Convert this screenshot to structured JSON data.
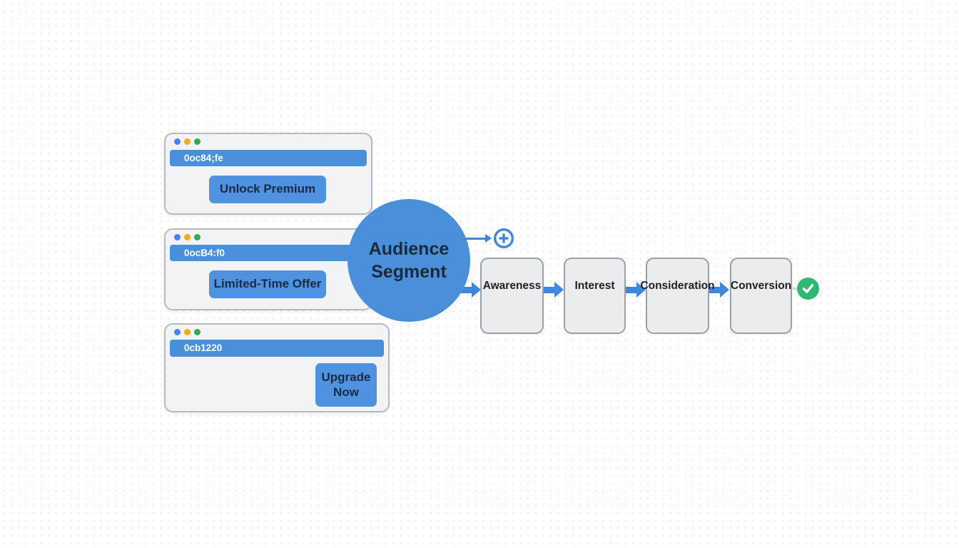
{
  "diagram_title": "ad-to-funnel flow",
  "colors": {
    "primary_blue": "#4a8fd9",
    "button_blue": "#4e92e0",
    "arrow_blue": "#3d87e0",
    "window_bg": "#f2f3f5",
    "window_border": "#b6b9bf",
    "stage_bg": "#eaecee",
    "stage_border": "#9ba1a8",
    "success_green": "#2eb872",
    "traffic_dot_blue": "#4285f4",
    "traffic_dot_orange": "#f6a821",
    "traffic_dot_green": "#34a853",
    "dark_text": "#1b2a44"
  },
  "ad_windows": [
    {
      "address_bar": "0oc84;fe",
      "cta_label": "Unlock Premium"
    },
    {
      "address_bar": "0ocB4:f0",
      "cta_label": "Limited-Time Offer"
    },
    {
      "address_bar": "0cb1220",
      "cta_label": "Upgrade Now"
    }
  ],
  "audience_segment": {
    "line1": "Audience",
    "line2": "Segment"
  },
  "funnel_stages": [
    {
      "label": "Awareness"
    },
    {
      "label": "Interest"
    },
    {
      "label": "Consideration"
    },
    {
      "label": "Conversion"
    }
  ],
  "icons": {
    "add_icon": "circled plus",
    "check_icon": "white checkmark in green circle",
    "traffic_lights": [
      "blue-dot",
      "orange-dot",
      "green-dot"
    ]
  }
}
